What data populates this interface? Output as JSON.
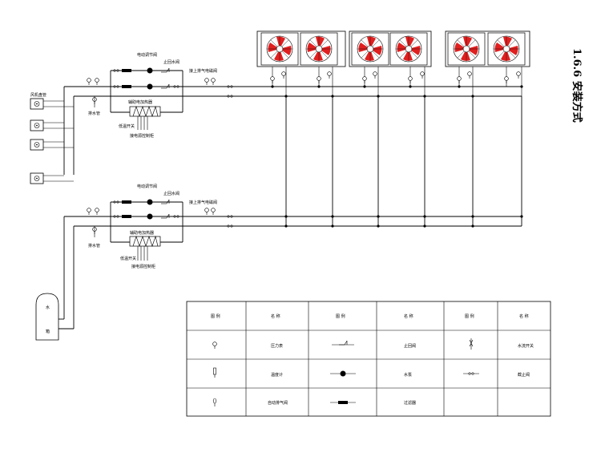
{
  "section_title": "1.6.6 安装方式",
  "labels": {
    "air_coil": "风机盘管",
    "drain_upper": "排水管",
    "drain_lower": "排水管",
    "upper_control_valve": "电动调节阀",
    "upper_check_valve": "止回水阀",
    "upper_heater": "辅助电加热器",
    "upper_temp_switch": "低温开关",
    "upper_electric_control": "接电源控制柜",
    "upper_vent": "接上排气电磁阀",
    "lower_control_valve": "电动调节阀",
    "lower_check_valve": "止回水阀",
    "lower_heater": "辅助电加热器",
    "lower_temp_switch": "低温开关",
    "lower_electric_control": "接电源控制柜",
    "lower_vent": "接上排气电磁阀",
    "tank_top": "水",
    "tank_bottom": "箱"
  },
  "legend": {
    "headers": [
      "图 例",
      "名 称",
      "图 例",
      "名 称",
      "图 例",
      "名 称"
    ],
    "rows": [
      [
        "",
        "压力表",
        "",
        "止回阀",
        "",
        "水流开关"
      ],
      [
        "",
        "温度计",
        "",
        "水泵",
        "",
        "截止阀"
      ],
      [
        "",
        "自动排气阀",
        "",
        "过滤器",
        "",
        ""
      ]
    ]
  },
  "icons": {
    "fan": "axial-fan-icon",
    "pressure_gauge": "pressure-gauge-icon",
    "thermometer": "thermometer-icon",
    "air_vent": "air-vent-icon",
    "check_valve": "check-valve-icon",
    "pump": "pump-icon",
    "filter": "filter-icon",
    "flow_switch": "flow-switch-icon",
    "stop_valve": "stop-valve-icon"
  },
  "colors": {
    "fan_blade": "#e02020",
    "line": "#000000"
  }
}
